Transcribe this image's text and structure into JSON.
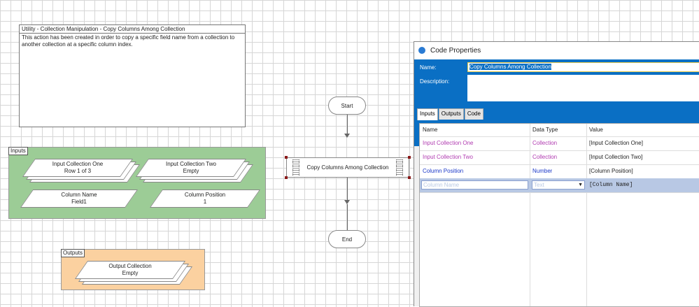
{
  "canvas": {
    "note": {
      "title": "Utility - Collection Manipulation - Copy Columns Among Collection",
      "body": "This action has been created in order to copy a specific field name from a collection to another collection at a specific column index."
    },
    "inputs_block": {
      "tag": "Inputs",
      "items": [
        {
          "name": "Input Collection One",
          "value": "Row 1 of 3"
        },
        {
          "name": "Input Collection Two",
          "value": "Empty"
        },
        {
          "name": "Column Name",
          "value": "Field1"
        },
        {
          "name": "Column Position",
          "value": "1"
        }
      ]
    },
    "outputs_block": {
      "tag": "Outputs",
      "items": [
        {
          "name": "Output Collection",
          "value": "Empty"
        }
      ]
    },
    "flow": {
      "start": "Start",
      "code_stage": "Copy Columns Among Collection",
      "end": "End"
    }
  },
  "dialog": {
    "title": "Code Properties",
    "name_label": "Name:",
    "name_value": "Copy Columns Among Collection",
    "description_label": "Description:",
    "description_value": "",
    "tabs": [
      {
        "label": "Inputs",
        "active": true
      },
      {
        "label": "Outputs",
        "active": false
      },
      {
        "label": "Code",
        "active": false
      }
    ],
    "table": {
      "headers": [
        "Name",
        "Data Type",
        "Value"
      ],
      "rows": [
        {
          "name": "Input Collection One",
          "type": "Collection",
          "value": "[Input Collection One]"
        },
        {
          "name": "Input Collection Two",
          "type": "Collection",
          "value": "[Input Collection Two]"
        },
        {
          "name": "Column Position",
          "type": "Number",
          "value": "[Column Position]"
        },
        {
          "name": "Column Name",
          "type": "Text",
          "value": "[Column Name]"
        }
      ]
    }
  },
  "colors": {
    "inputs_block": "#9ccc96",
    "outputs_block": "#fbd1a0",
    "dialog_header": "#0a6fc4",
    "collection_text": "#b03ab0",
    "number_text": "#1a37c8",
    "selected_row": "#b8c8e4"
  }
}
